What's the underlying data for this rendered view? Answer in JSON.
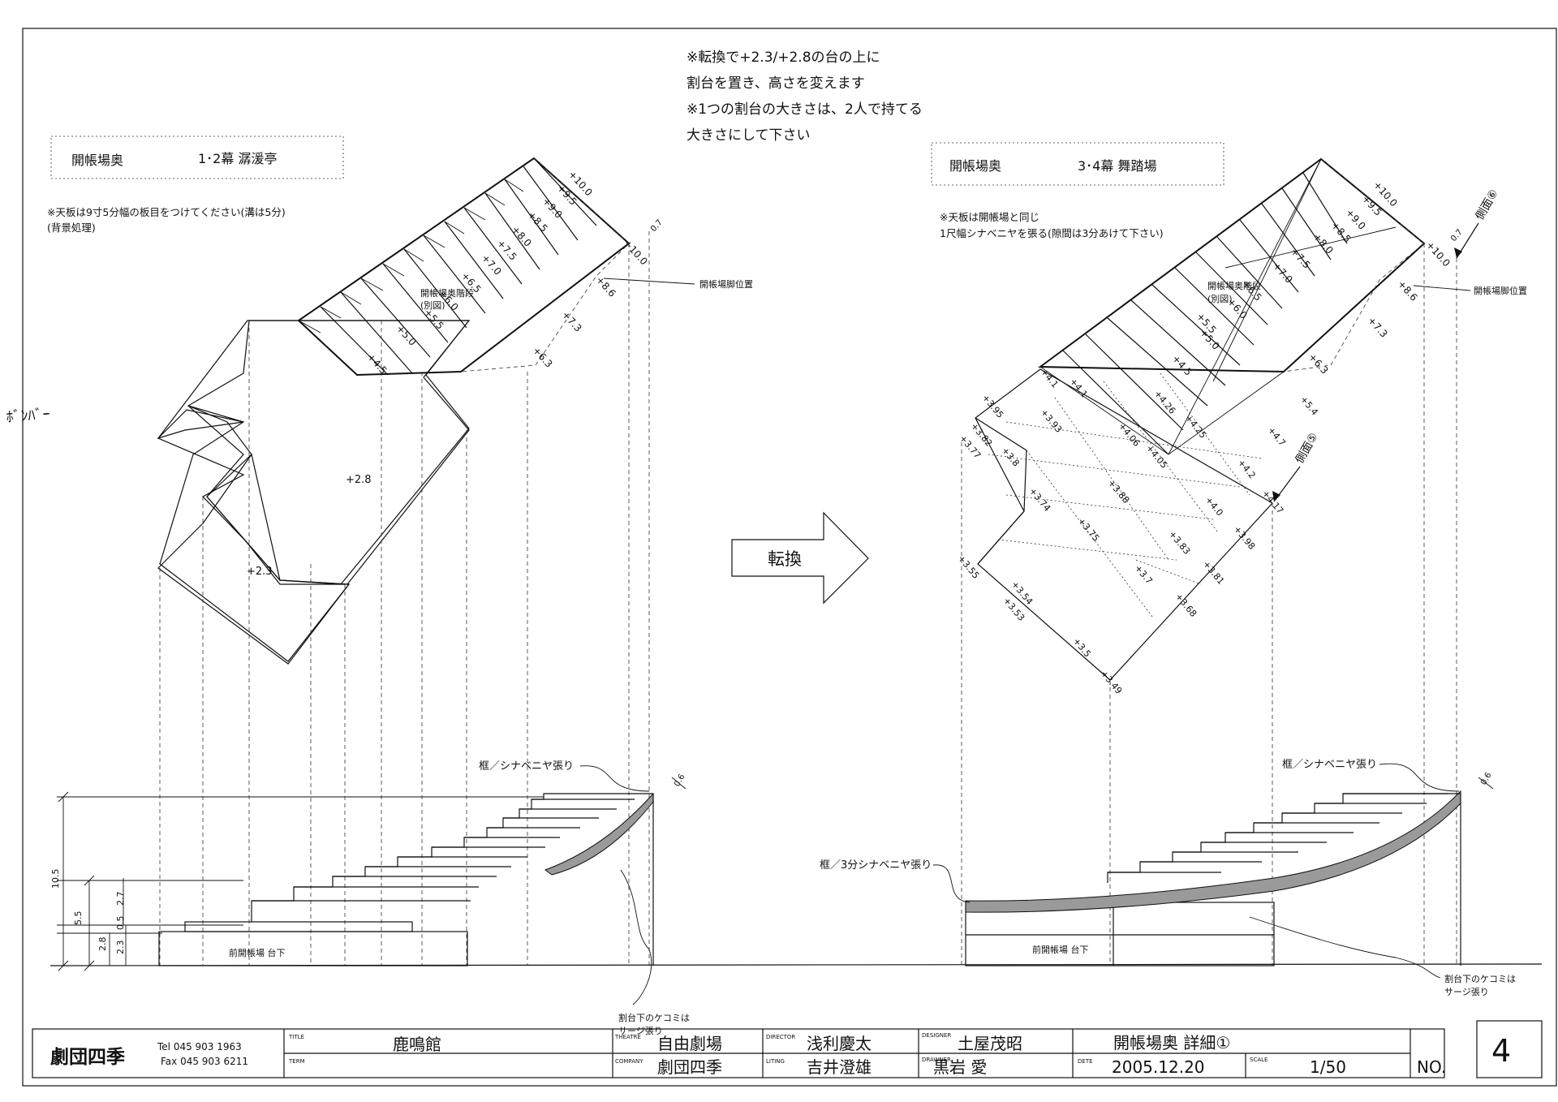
{
  "notes": {
    "line1": "※転換で+2.3/+2.8の台の上に",
    "line2": "割台を置き、高さを変えます",
    "line3": "※1つの割台の大きさは、2人で持てる",
    "line4": "大きさにして下さい"
  },
  "left": {
    "box_a": "開帳場奥",
    "box_b": "1･2幕 潺湲亭",
    "note1": "※天板は9寸5分幅の板目をつけてください(溝は5分)",
    "note2": "(背景処理)",
    "stair_label1": "開帳場奥階段",
    "stair_label2": "(別図)",
    "steps": [
      "+4.5",
      "+5.0",
      "+5.5",
      "+6.0",
      "+6.5",
      "+7.0",
      "+7.5",
      "+8.0",
      "+8.5",
      "+9.0",
      "+9.5",
      "+10.0"
    ],
    "edge_values": [
      "+6.3",
      "+7.3",
      "+8.6",
      "+10.0"
    ],
    "top_dim": "0.7",
    "platform_high": "+2.8",
    "platform_low": "+2.3",
    "leg_pos": "開帳場脚位置",
    "frame_label": "框／シナベニヤ張り",
    "section_dim": "0.6",
    "under_label": "前開帳場 台下",
    "kick_note1": "割台下のケコミは",
    "kick_note2": "サージ張り",
    "dims": [
      "10.5",
      "5.5",
      "2.8",
      "2.3",
      "0.5",
      "2.7"
    ]
  },
  "arrow_label": "転換",
  "right": {
    "box_a": "開帳場奥",
    "box_b": "3･4幕 舞踏場",
    "note1": "※天板は開帳場と同じ",
    "note2": "1尺幅シナベニヤを張る(隙間は3分あけて下さい)",
    "stair_label1": "開帳場奥階段",
    "stair_label2": "(別図)",
    "steps": [
      "+4.5",
      "+5.0",
      "+5.5",
      "+6.0",
      "+6.5",
      "+7.0",
      "+7.5",
      "+8.0",
      "+8.5",
      "+9.0",
      "+9.5",
      "+10.0"
    ],
    "edge_values": [
      "+6.3",
      "+7.3",
      "+8.6",
      "+10.0"
    ],
    "top_dim": "0.7",
    "side6": "側面⑥",
    "side5": "側面⑤",
    "leg_pos": "開帳場脚位置",
    "elev": [
      "+4.1",
      "+4.1",
      "+3.95",
      "+3.93",
      "+3.82",
      "+3.8",
      "+3.77",
      "+4.26",
      "+4.25",
      "+4.06",
      "+4.05",
      "+3.88",
      "+3.74",
      "+3.75",
      "+4.7",
      "+4.2",
      "+4.17",
      "+4.0",
      "+3.98",
      "+3.83",
      "+3.81",
      "+3.7",
      "+3.68",
      "+3.55",
      "+3.54",
      "+3.53",
      "+3.5",
      "+3.49",
      "+5.4"
    ],
    "frame_label": "框／シナベニヤ張り",
    "frame_label2": "框／3分シナベニヤ張り",
    "section_dim": "0.6",
    "under_label": "前開帳場 台下",
    "kick_note1": "割台下のケコミは",
    "kick_note2": "サージ張り"
  },
  "titleblock": {
    "company_name": "劇団四季",
    "tel": "Tel 045 903 1963",
    "fax": "Fax 045 903 6211",
    "title_label": "TITLE",
    "title_value": "鹿鳴館",
    "term_label": "TERM",
    "theatre_label": "THEATRE",
    "theatre_value": "自由劇場",
    "company_label": "COMPANY",
    "company_value": "劇団四季",
    "director_label": "DIRECTOR",
    "director_value": "浅利慶太",
    "liting_label": "LITING",
    "liting_value": "吉井澄雄",
    "designer_label": "DESIGNER",
    "designer_value": "土屋茂昭",
    "drawner_label": "DRAWNER",
    "drawner_value": "黒岩 愛",
    "sheet_title": "開帳場奥 詳細①",
    "date_label": "DETE",
    "date_value": "2005.12.20",
    "scale_label": "SCALE",
    "scale_value": "1/50",
    "no_label": "NO.",
    "no_value": "4"
  },
  "margin_scribble": "ﾎﾞﾝﾊﾞｰ"
}
